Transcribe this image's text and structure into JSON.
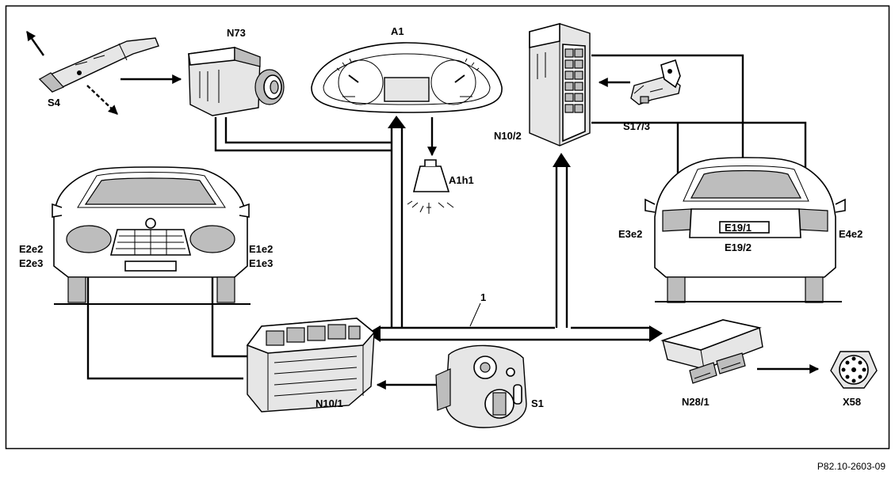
{
  "labels": {
    "s4": "S4",
    "n73": "N73",
    "a1": "A1",
    "a1h1": "A1h1",
    "n10_2": "N10/2",
    "s17_3": "S17/3",
    "e2e2": "E2e2",
    "e2e3": "E2e3",
    "e1e2": "E1e2",
    "e1e3": "E1e3",
    "e3e2": "E3e2",
    "e4e2": "E4e2",
    "e19_1": "E19/1",
    "e19_2": "E19/2",
    "can_bus": "1",
    "n10_1": "N10/1",
    "s1": "S1",
    "n28_1": "N28/1",
    "x58": "X58"
  },
  "footer": {
    "figure_id": "P82.10-2603-09"
  },
  "colors": {
    "line": "#000000",
    "background": "#ffffff",
    "component_fill": "#e6e6e6"
  }
}
